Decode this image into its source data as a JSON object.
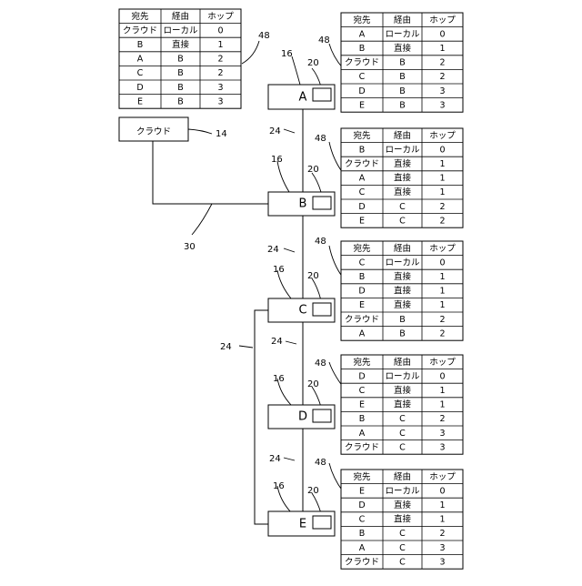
{
  "refs": {
    "table": "48",
    "cloud": "14",
    "node": "16",
    "port": "20",
    "link": "24",
    "bus": "30"
  },
  "headers": [
    "宛先",
    "経由",
    "ホップ"
  ],
  "cloud": {
    "label": "クラウド",
    "table": [
      [
        "クラウド",
        "ローカル",
        "0"
      ],
      [
        "B",
        "直接",
        "1"
      ],
      [
        "A",
        "B",
        "2"
      ],
      [
        "C",
        "B",
        "2"
      ],
      [
        "D",
        "B",
        "3"
      ],
      [
        "E",
        "B",
        "3"
      ]
    ]
  },
  "nodes": [
    {
      "label": "A",
      "table": [
        [
          "A",
          "ローカル",
          "0"
        ],
        [
          "B",
          "直接",
          "1"
        ],
        [
          "クラウド",
          "B",
          "2"
        ],
        [
          "C",
          "B",
          "2"
        ],
        [
          "D",
          "B",
          "3"
        ],
        [
          "E",
          "B",
          "3"
        ]
      ]
    },
    {
      "label": "B",
      "table": [
        [
          "B",
          "ローカル",
          "0"
        ],
        [
          "クラウド",
          "直接",
          "1"
        ],
        [
          "A",
          "直接",
          "1"
        ],
        [
          "C",
          "直接",
          "1"
        ],
        [
          "D",
          "C",
          "2"
        ],
        [
          "E",
          "C",
          "2"
        ]
      ]
    },
    {
      "label": "C",
      "table": [
        [
          "C",
          "ローカル",
          "0"
        ],
        [
          "B",
          "直接",
          "1"
        ],
        [
          "D",
          "直接",
          "1"
        ],
        [
          "E",
          "直接",
          "1"
        ],
        [
          "クラウド",
          "B",
          "2"
        ],
        [
          "A",
          "B",
          "2"
        ]
      ]
    },
    {
      "label": "D",
      "table": [
        [
          "D",
          "ローカル",
          "0"
        ],
        [
          "C",
          "直接",
          "1"
        ],
        [
          "E",
          "直接",
          "1"
        ],
        [
          "B",
          "C",
          "2"
        ],
        [
          "A",
          "C",
          "3"
        ],
        [
          "クラウド",
          "C",
          "3"
        ]
      ]
    },
    {
      "label": "E",
      "table": [
        [
          "E",
          "ローカル",
          "0"
        ],
        [
          "D",
          "直接",
          "1"
        ],
        [
          "C",
          "直接",
          "1"
        ],
        [
          "B",
          "C",
          "2"
        ],
        [
          "A",
          "C",
          "3"
        ],
        [
          "クラウド",
          "C",
          "3"
        ]
      ]
    }
  ]
}
